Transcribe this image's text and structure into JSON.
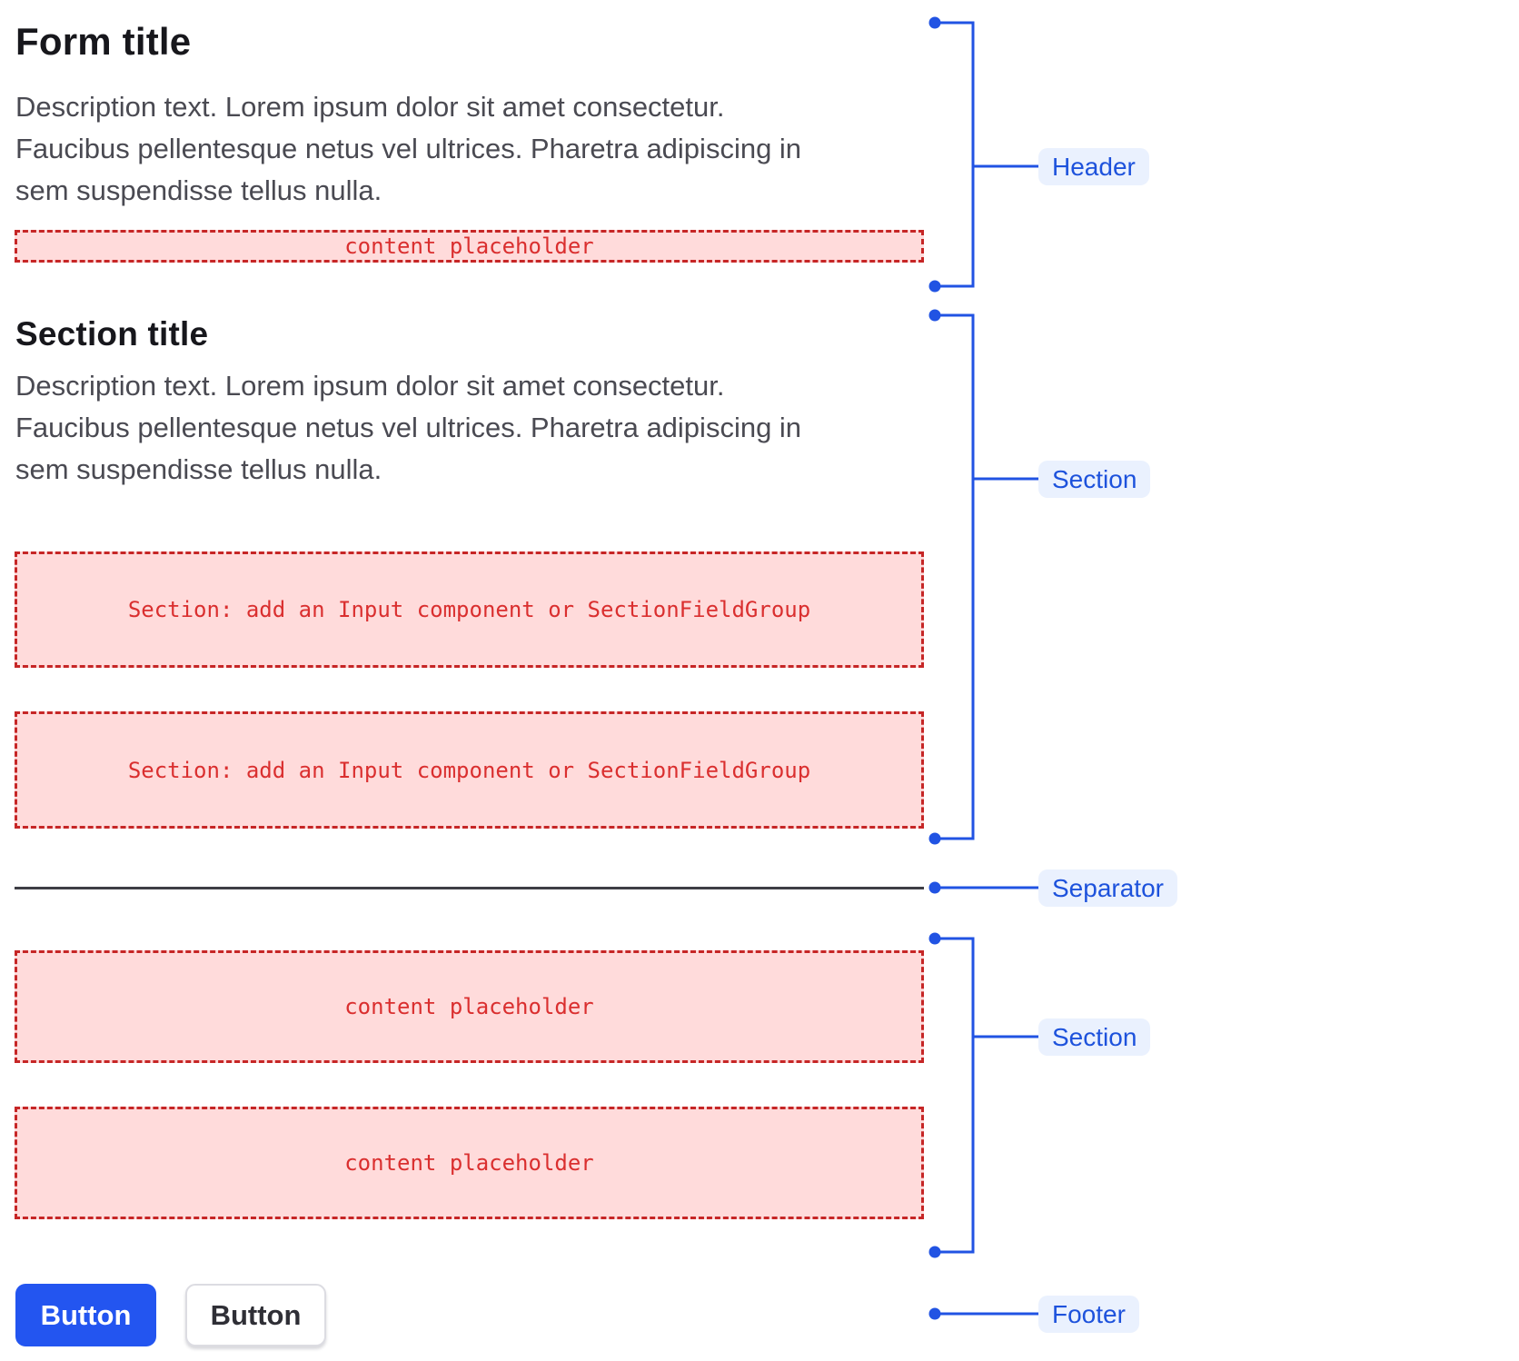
{
  "form": {
    "title": "Form title",
    "description_lines": [
      "Description text. Lorem ipsum dolor sit amet consectetur.",
      "Faucibus pellentesque netus vel ultrices. Pharetra adipiscing in",
      "sem suspendisse tellus nulla."
    ],
    "header_placeholder": "content placeholder",
    "section": {
      "title": "Section title",
      "description_lines": [
        "Description text. Lorem ipsum dolor sit amet consectetur.",
        "Faucibus pellentesque netus vel ultrices. Pharetra adipiscing in",
        "sem suspendisse tellus nulla."
      ],
      "slot_boxes": [
        "Section: add an Input component or SectionFieldGroup",
        "Section: add an Input component or SectionFieldGroup"
      ]
    },
    "lower_section": {
      "content_boxes": [
        "content placeholder",
        "content placeholder"
      ]
    },
    "footer": {
      "primary_button_label": "Button",
      "secondary_button_label": "Button"
    }
  },
  "annotations": {
    "labels": [
      {
        "text": "Header"
      },
      {
        "text": "Section"
      },
      {
        "text": "Separator"
      },
      {
        "text": "Section"
      },
      {
        "text": "Footer"
      }
    ]
  },
  "colors": {
    "annotation_accent": "#2153e3",
    "annotation_label_text": "#1d52dc",
    "annotation_label_bg": "#eaf1fe",
    "placeholder_bg": "#ffdbdb",
    "placeholder_border": "#c62626",
    "placeholder_text": "#da2f2f",
    "primary_button_bg": "#2355f0",
    "title_text": "#17171c",
    "description_text": "#4a4a52",
    "separator_line": "#3e3e45"
  }
}
